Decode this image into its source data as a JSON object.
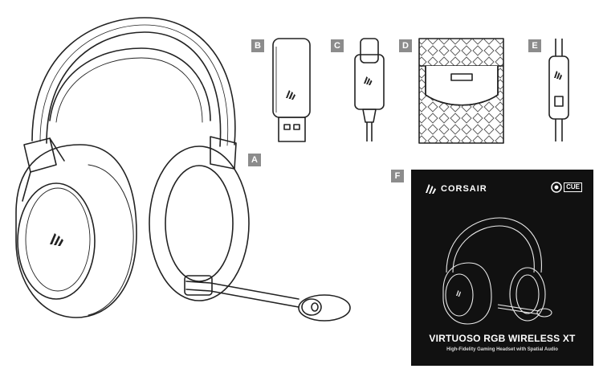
{
  "labels": {
    "a": "A",
    "b": "B",
    "c": "C",
    "d": "D",
    "e": "E",
    "f": "F"
  },
  "manual": {
    "brand": "CORSAIR",
    "software_badge": "CUE",
    "product_name": "VIRTUOSO RGB WIRELESS XT",
    "tagline": "High-Fidelity Gaming Headset with Spatial Audio"
  },
  "colors": {
    "line": "#222222",
    "badge": "#8c8c8c",
    "manual_bg": "#111111",
    "pouch_pattern": "#555555"
  }
}
